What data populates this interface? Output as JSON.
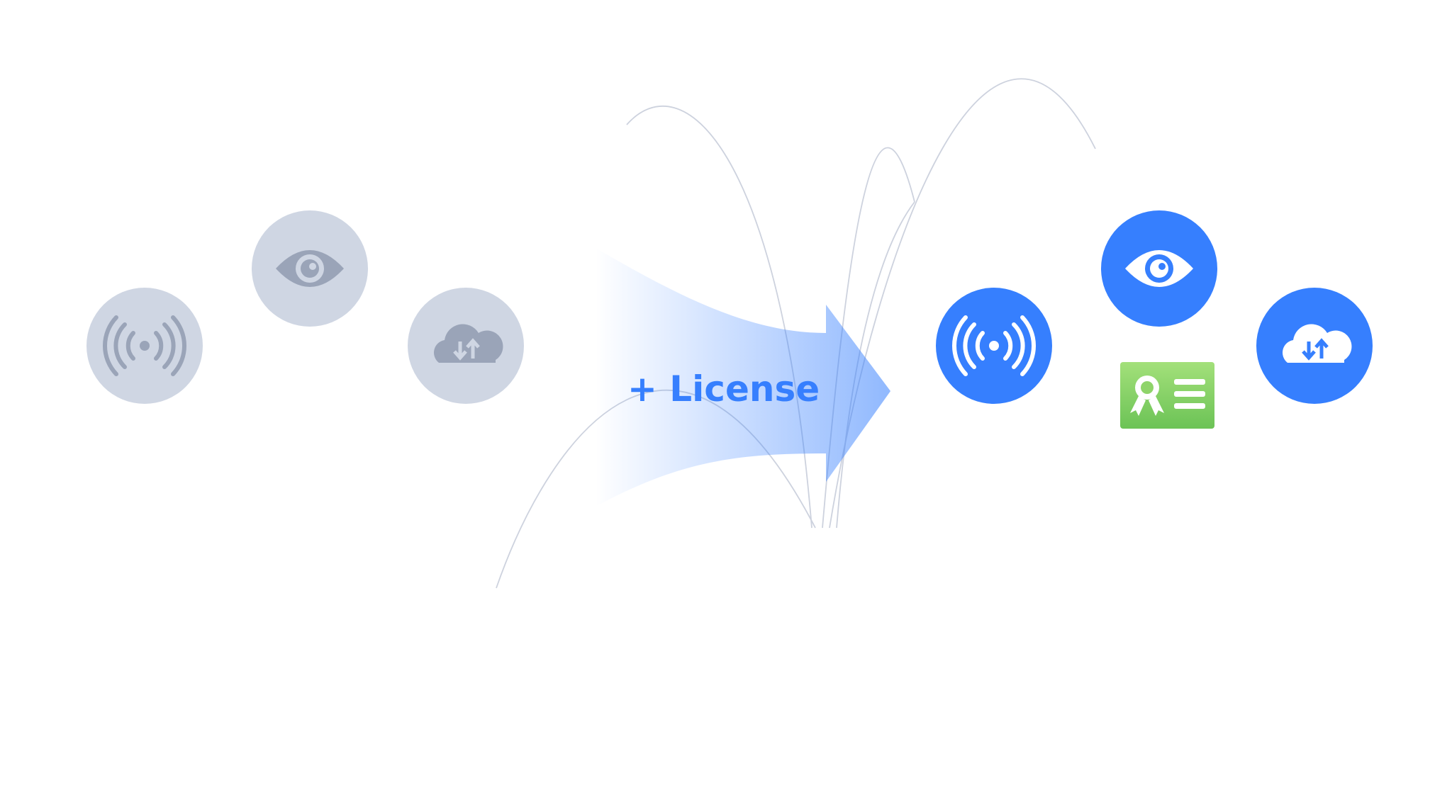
{
  "label": "+ License",
  "colors": {
    "accent": "#367ffe",
    "inactive": "#cfd6e3",
    "inactive_icon": "#9aa4b8",
    "map_dot": "#c4d7fb",
    "license_green": "#7fcc5f",
    "router_gray": "#9ea9bf"
  },
  "before": {
    "features": [
      {
        "icon": "wireless-signal-icon",
        "state": "inactive"
      },
      {
        "icon": "eye-icon",
        "state": "inactive"
      },
      {
        "icon": "cloud-sync-icon",
        "state": "inactive"
      }
    ]
  },
  "after": {
    "features": [
      {
        "icon": "wireless-signal-icon",
        "state": "active"
      },
      {
        "icon": "eye-icon",
        "state": "active"
      },
      {
        "icon": "cloud-sync-icon",
        "state": "active"
      }
    ],
    "badge": "license-certificate-icon"
  }
}
